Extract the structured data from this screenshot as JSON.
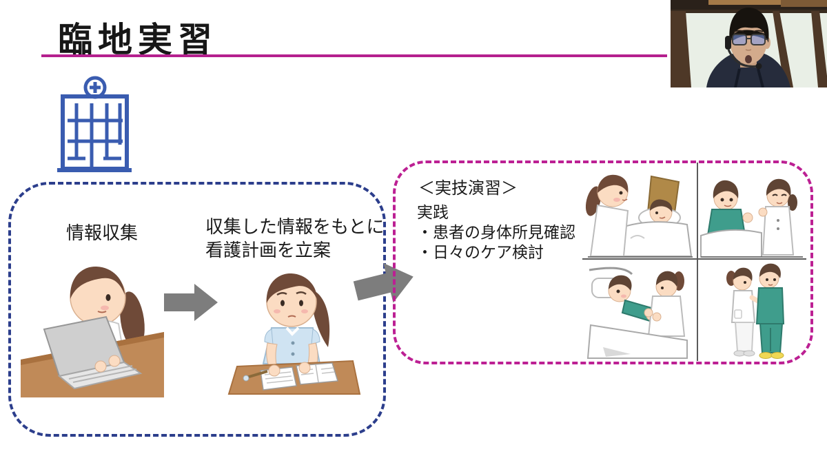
{
  "slide": {
    "title": "臨地実習",
    "blue_box": {
      "info_label": "情報収集",
      "plan_line1": "収集した情報をもとに",
      "plan_line2": "看護計画を立案"
    },
    "pink_box": {
      "heading": "＜実技演習＞",
      "practice_label": "実践",
      "bullets": [
        "・患者の身体所見確認",
        "・日々のケア検討"
      ]
    },
    "colors": {
      "accent_magenta": "#b5208e",
      "blue_dash": "#2c3e8c",
      "pink_dash": "#bc2093",
      "arrow_gray": "#7d7d7d",
      "hospital_blue": "#3a5cb0"
    },
    "icons": {
      "hospital": "hospital-building-icon",
      "flow_arrow": "right-arrow-icon"
    }
  }
}
